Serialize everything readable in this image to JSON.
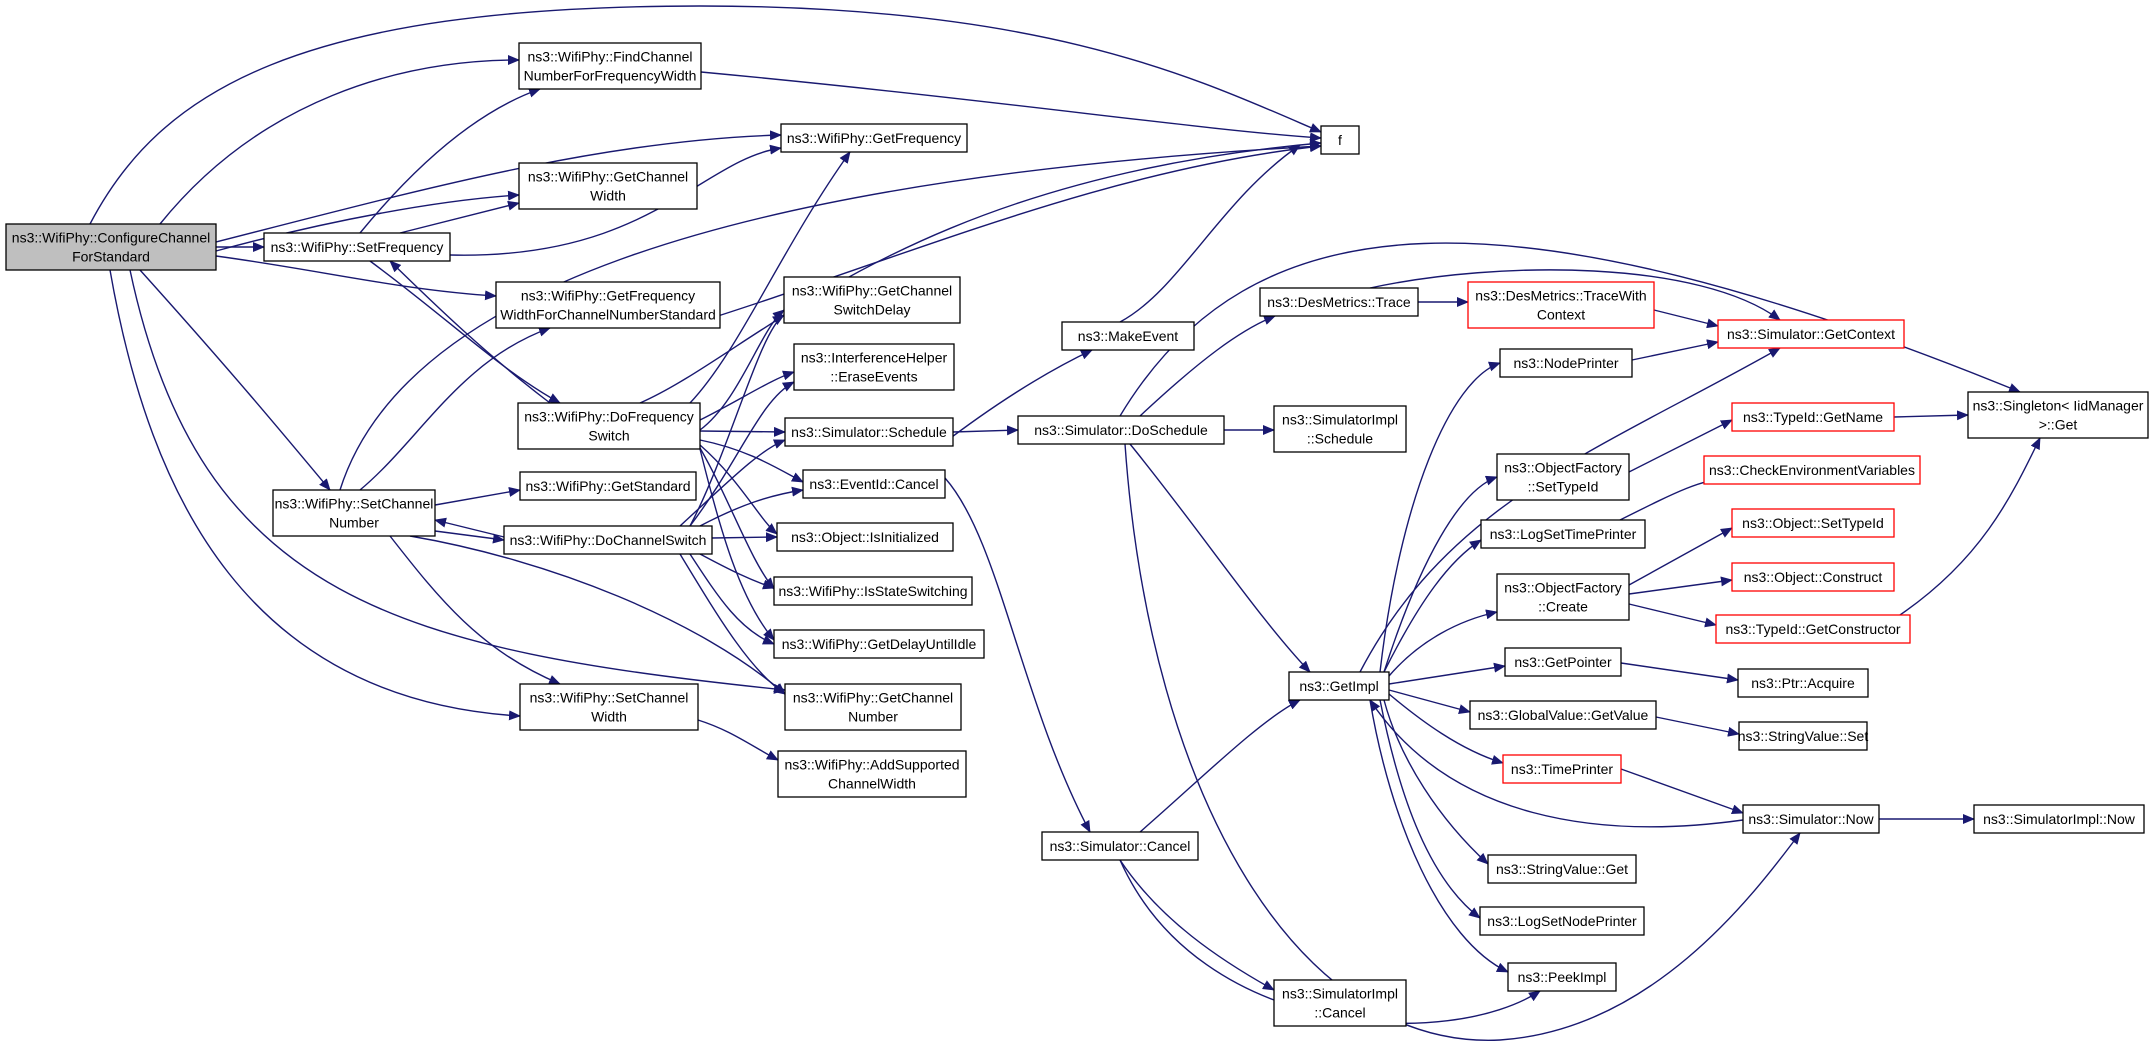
{
  "colors": {
    "edge": "#191970",
    "node_border": "#000000",
    "node_border_red": "#ff0000",
    "node_fill": "#ffffff",
    "root_fill": "#bfbfbf"
  },
  "nodes": [
    {
      "id": "configure",
      "lines": [
        "ns3::WifiPhy::ConfigureChannel",
        "ForStandard"
      ],
      "style": "root"
    },
    {
      "id": "findchan",
      "lines": [
        "ns3::WifiPhy::FindChannel",
        "NumberForFrequencyWidth"
      ],
      "style": "normal"
    },
    {
      "id": "getfreq",
      "lines": [
        "ns3::WifiPhy::GetFrequency"
      ],
      "style": "normal"
    },
    {
      "id": "f",
      "lines": [
        "f"
      ],
      "style": "normal"
    },
    {
      "id": "getchwidth",
      "lines": [
        "ns3::WifiPhy::GetChannel",
        "Width"
      ],
      "style": "normal"
    },
    {
      "id": "setfreq",
      "lines": [
        "ns3::WifiPhy::SetFrequency"
      ],
      "style": "normal"
    },
    {
      "id": "getfreqwidth",
      "lines": [
        "ns3::WifiPhy::GetFrequency",
        "WidthForChannelNumberStandard"
      ],
      "style": "normal"
    },
    {
      "id": "getswitchdelay",
      "lines": [
        "ns3::WifiPhy::GetChannel",
        "SwitchDelay"
      ],
      "style": "normal"
    },
    {
      "id": "erase",
      "lines": [
        "ns3::InterferenceHelper",
        "::EraseEvents"
      ],
      "style": "normal"
    },
    {
      "id": "dofreq",
      "lines": [
        "ns3::WifiPhy::DoFrequency",
        "Switch"
      ],
      "style": "normal"
    },
    {
      "id": "schedule",
      "lines": [
        "ns3::Simulator::Schedule"
      ],
      "style": "normal"
    },
    {
      "id": "cancel",
      "lines": [
        "ns3::EventId::Cancel"
      ],
      "style": "normal"
    },
    {
      "id": "getstandard",
      "lines": [
        "ns3::WifiPhy::GetStandard"
      ],
      "style": "normal"
    },
    {
      "id": "setchnum",
      "lines": [
        "ns3::WifiPhy::SetChannel",
        "Number"
      ],
      "style": "normal"
    },
    {
      "id": "dochswitch",
      "lines": [
        "ns3::WifiPhy::DoChannelSwitch"
      ],
      "style": "normal"
    },
    {
      "id": "isinit",
      "lines": [
        "ns3::Object::IsInitialized"
      ],
      "style": "normal"
    },
    {
      "id": "isswitching",
      "lines": [
        "ns3::WifiPhy::IsStateSwitching"
      ],
      "style": "normal"
    },
    {
      "id": "delayidle",
      "lines": [
        "ns3::WifiPhy::GetDelayUntilIdle"
      ],
      "style": "normal"
    },
    {
      "id": "setchwidth",
      "lines": [
        "ns3::WifiPhy::SetChannel",
        "Width"
      ],
      "style": "normal"
    },
    {
      "id": "getchnum",
      "lines": [
        "ns3::WifiPhy::GetChannel",
        "Number"
      ],
      "style": "normal"
    },
    {
      "id": "addwidth",
      "lines": [
        "ns3::WifiPhy::AddSupported",
        "ChannelWidth"
      ],
      "style": "normal"
    },
    {
      "id": "makeevent",
      "lines": [
        "ns3::MakeEvent"
      ],
      "style": "normal"
    },
    {
      "id": "simcancel",
      "lines": [
        "ns3::Simulator::Cancel"
      ],
      "style": "normal"
    },
    {
      "id": "desmetrics",
      "lines": [
        "ns3::DesMetrics::Trace"
      ],
      "style": "normal"
    },
    {
      "id": "desctx",
      "lines": [
        "ns3::DesMetrics::TraceWith",
        "Context"
      ],
      "style": "red"
    },
    {
      "id": "getcontext",
      "lines": [
        "ns3::Simulator::GetContext"
      ],
      "style": "red"
    },
    {
      "id": "doschedule",
      "lines": [
        "ns3::Simulator::DoSchedule"
      ],
      "style": "normal"
    },
    {
      "id": "implschedule",
      "lines": [
        "ns3::SimulatorImpl",
        "::Schedule"
      ],
      "style": "normal"
    },
    {
      "id": "nodeprinter",
      "lines": [
        "ns3::NodePrinter"
      ],
      "style": "normal"
    },
    {
      "id": "ofsettypeid",
      "lines": [
        "ns3::ObjectFactory",
        "::SetTypeId"
      ],
      "style": "normal"
    },
    {
      "id": "getname",
      "lines": [
        "ns3::TypeId::GetName"
      ],
      "style": "red"
    },
    {
      "id": "singleton",
      "lines": [
        "ns3::Singleton< IidManager",
        ">::Get"
      ],
      "style": "normal"
    },
    {
      "id": "checkenv",
      "lines": [
        "ns3::CheckEnvironmentVariables"
      ],
      "style": "red"
    },
    {
      "id": "logsettime",
      "lines": [
        "ns3::LogSetTimePrinter"
      ],
      "style": "normal"
    },
    {
      "id": "objsettypeid",
      "lines": [
        "ns3::Object::SetTypeId"
      ],
      "style": "red"
    },
    {
      "id": "ofcreate",
      "lines": [
        "ns3::ObjectFactory",
        "::Create"
      ],
      "style": "normal"
    },
    {
      "id": "construct",
      "lines": [
        "ns3::Object::Construct"
      ],
      "style": "red"
    },
    {
      "id": "getconstructor",
      "lines": [
        "ns3::TypeId::GetConstructor"
      ],
      "style": "red"
    },
    {
      "id": "getimpl",
      "lines": [
        "ns3::GetImpl"
      ],
      "style": "normal"
    },
    {
      "id": "getpointer",
      "lines": [
        "ns3::GetPointer"
      ],
      "style": "normal"
    },
    {
      "id": "acquire",
      "lines": [
        "ns3::Ptr::Acquire"
      ],
      "style": "normal"
    },
    {
      "id": "gvgetvalue",
      "lines": [
        "ns3::GlobalValue::GetValue"
      ],
      "style": "normal"
    },
    {
      "id": "strset",
      "lines": [
        "ns3::StringValue::Set"
      ],
      "style": "normal"
    },
    {
      "id": "timeprinter",
      "lines": [
        "ns3::TimePrinter"
      ],
      "style": "red"
    },
    {
      "id": "simnow",
      "lines": [
        "ns3::Simulator::Now"
      ],
      "style": "normal"
    },
    {
      "id": "implnow",
      "lines": [
        "ns3::SimulatorImpl::Now"
      ],
      "style": "normal"
    },
    {
      "id": "strget",
      "lines": [
        "ns3::StringValue::Get"
      ],
      "style": "normal"
    },
    {
      "id": "logsetnode",
      "lines": [
        "ns3::LogSetNodePrinter"
      ],
      "style": "normal"
    },
    {
      "id": "implcancel",
      "lines": [
        "ns3::SimulatorImpl",
        "::Cancel"
      ],
      "style": "normal"
    },
    {
      "id": "peekimpl",
      "lines": [
        "ns3::PeekImpl"
      ],
      "style": "normal"
    }
  ]
}
